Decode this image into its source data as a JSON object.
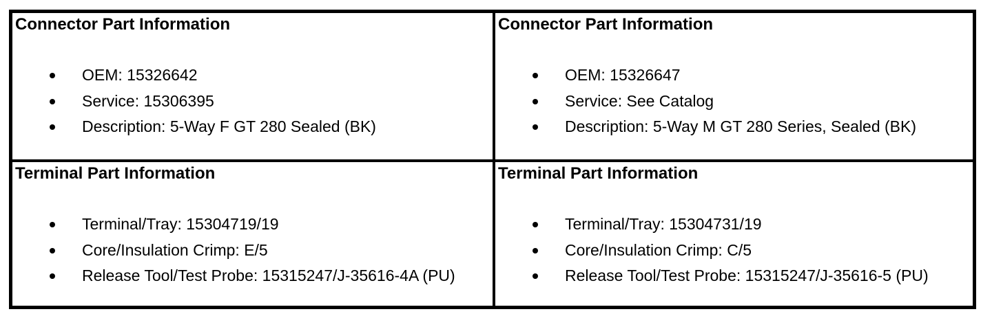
{
  "colors": {
    "border": "#000000",
    "text": "#000000",
    "background": "#ffffff"
  },
  "table": {
    "cells": [
      {
        "title": "Connector Part Information",
        "items": [
          "OEM: 15326642",
          "Service: 15306395",
          "Description: 5-Way F GT 280 Sealed (BK)"
        ]
      },
      {
        "title": "Connector Part Information",
        "items": [
          "OEM: 15326647",
          "Service: See Catalog",
          "Description: 5-Way M GT 280 Series, Sealed (BK)"
        ]
      },
      {
        "title": "Terminal Part Information",
        "items": [
          "Terminal/Tray: 15304719/19",
          "Core/Insulation Crimp: E/5",
          "Release Tool/Test Probe: 15315247/J-35616-4A (PU)"
        ]
      },
      {
        "title": "Terminal Part Information",
        "items": [
          "Terminal/Tray: 15304731/19",
          "Core/Insulation Crimp: C/5",
          "Release Tool/Test Probe: 15315247/J-35616-5 (PU)"
        ]
      }
    ]
  }
}
